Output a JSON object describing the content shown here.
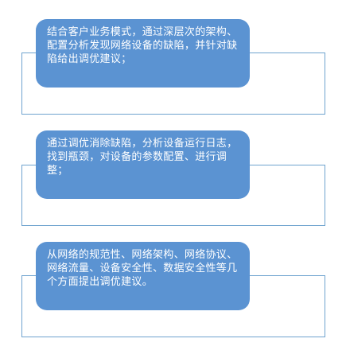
{
  "steps": [
    {
      "text": "结合客户业务模式，通过深层次的架构、配置分析发现网络设备的缺陷，并针对缺陷给出调优建议；"
    },
    {
      "text": "通过调优消除缺陷，分析设备运行日志，找到瓶颈，对设备的参数配置、进行调整；"
    },
    {
      "text": "从网络的规范性、网络架构、网络协议、网络流量、设备安全性、数据安全性等几个方面提出调优建议。"
    }
  ],
  "colors": {
    "card_fill": "#5b93d2",
    "outline": "#6fa3cf",
    "text": "#ffffff"
  }
}
